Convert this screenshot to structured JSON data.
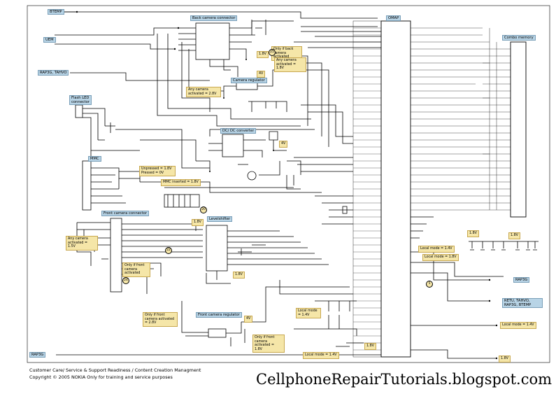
{
  "signals": {
    "btemp": "BTEMP",
    "uem": "UEM",
    "rap3g_tahvo": "RAP3G, TAHVO",
    "rap3g": "RAP3G",
    "rap3g_bottom": "RAP3G",
    "retu": "RETU, TAHVO, RAP3G, BTEMP"
  },
  "blocks": {
    "back_camera": "Back camera connector",
    "camera_regulator": "Camera regulator",
    "flash_led": "Flash LED connector",
    "dc_dc": "DC/ DC converter",
    "mmc": "MMC",
    "front_camera": "Front camera connector",
    "level_shifter": "Levelshifter",
    "front_camera_regulator": "Front camera regulator",
    "omap": "OMAP",
    "combo_memory": "Combo memory"
  },
  "notes": {
    "only_if_back": "Only if back camera activated",
    "any_camera_18": "Any camera activated = 1.8V",
    "any_camera_28": "Any camera activated = 2.8V",
    "unpressed": "Unpressed = 1.8V Pressed = 0V",
    "mmc_inserted": "MMC inserted = 1.8V",
    "any_camera_15": "Any camera activated = 1.5V",
    "only_if_front": "Only if front camera activated",
    "only_if_front_28": "Only if front camera activated = 2.8V",
    "only_if_front_18": "Only if front camera activated = 1.8V",
    "local_14_a": "Local mode = 1.4V",
    "local_18": "Local mode = 1.8V",
    "local_14_b": "Local mode = 1.4V",
    "local_14_c": "Local mode = 1.4V",
    "local_14_d": "Local mode = 1.4V"
  },
  "voltages": {
    "v18_a": "1.8V",
    "v4_a": "4V",
    "v4_b": "4V",
    "v18_b": "1.8V",
    "v18_c": "1.8V",
    "v4_c": "4V",
    "v18_d": "1.8V",
    "v18_e": "1.8V",
    "v18_f": "1.8V",
    "v18_g": "1.8V"
  },
  "markers": {
    "m25": "25",
    "m20": "20",
    "m22": "22",
    "m24": "24",
    "m5": "5"
  },
  "footer": {
    "line1": "Customer Care/ Service & Support Readiness / Content Creation Managment",
    "line2": "Copyright © 2005 NOKIA   Only for training and service purposes",
    "watermark": "CellphoneRepairTutorials.blogspot.com"
  },
  "colors": {
    "block_label": "#b8d4e6",
    "note_label": "#f5e6a8",
    "wire": "#000000"
  }
}
